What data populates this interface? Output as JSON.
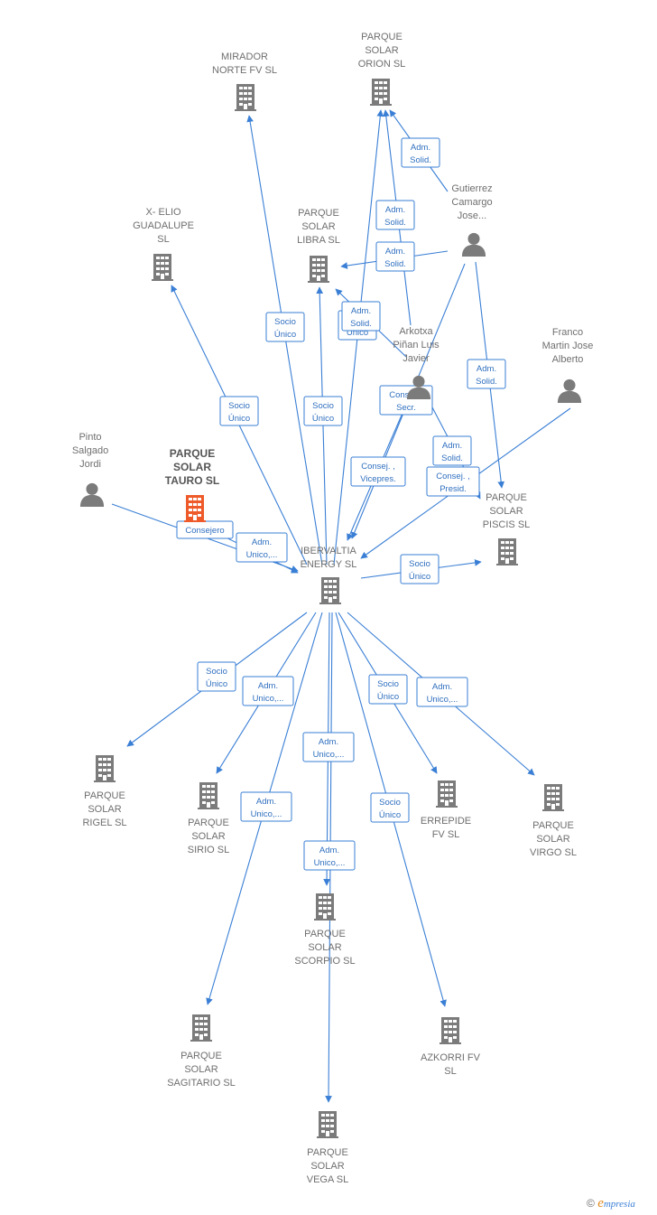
{
  "colors": {
    "edge": "#3a7fd5",
    "company": "#7b7b7b",
    "focus": "#ef5a2a",
    "person": "#7b7b7b",
    "label_text": "#6f6f6f"
  },
  "nodes": [
    {
      "id": "mirador",
      "type": "company",
      "lines": [
        "MIRADOR",
        "NORTE FV  SL"
      ]
    },
    {
      "id": "orion",
      "type": "company",
      "lines": [
        "PARQUE",
        "SOLAR",
        "ORION  SL"
      ]
    },
    {
      "id": "elio",
      "type": "company",
      "lines": [
        "X- ELIO",
        "GUADALUPE",
        "SL"
      ]
    },
    {
      "id": "libra",
      "type": "company",
      "lines": [
        "PARQUE",
        "SOLAR",
        "LIBRA  SL"
      ]
    },
    {
      "id": "gutierrez",
      "type": "person",
      "lines": [
        "Gutierrez",
        "Camargo",
        "Jose..."
      ]
    },
    {
      "id": "arkotxa",
      "type": "person",
      "lines": [
        "Arkotxa",
        "Piñan Luis",
        "Javier"
      ]
    },
    {
      "id": "franco",
      "type": "person",
      "lines": [
        "Franco",
        "Martin Jose",
        "Alberto"
      ]
    },
    {
      "id": "pinto",
      "type": "person",
      "lines": [
        "Pinto",
        "Salgado",
        "Jordi"
      ]
    },
    {
      "id": "tauro",
      "type": "focus",
      "lines": [
        "PARQUE",
        "SOLAR",
        "TAURO  SL"
      ]
    },
    {
      "id": "ibervaltia",
      "type": "company",
      "lines": [
        "IBERVALTIA",
        "ENERGY  SL"
      ]
    },
    {
      "id": "piscis",
      "type": "company",
      "lines": [
        "PARQUE",
        "SOLAR",
        "PISCIS  SL"
      ]
    },
    {
      "id": "rigel",
      "type": "company",
      "lines": [
        "PARQUE",
        "SOLAR",
        "RIGEL  SL"
      ]
    },
    {
      "id": "sirio",
      "type": "company",
      "lines": [
        "PARQUE",
        "SOLAR",
        "SIRIO  SL"
      ]
    },
    {
      "id": "errepide",
      "type": "company",
      "lines": [
        "ERREPIDE",
        "FV  SL"
      ]
    },
    {
      "id": "virgo",
      "type": "company",
      "lines": [
        "PARQUE",
        "SOLAR",
        "VIRGO  SL"
      ]
    },
    {
      "id": "scorpio",
      "type": "company",
      "lines": [
        "PARQUE",
        "SOLAR",
        "SCORPIO  SL"
      ]
    },
    {
      "id": "sagitario",
      "type": "company",
      "lines": [
        "PARQUE",
        "SOLAR",
        "SAGITARIO  SL"
      ]
    },
    {
      "id": "azkorri",
      "type": "company",
      "lines": [
        "AZKORRI FV",
        "SL"
      ]
    },
    {
      "id": "vega",
      "type": "company",
      "lines": [
        "PARQUE",
        "SOLAR",
        "VEGA  SL"
      ]
    }
  ],
  "edge_labels": [
    {
      "id": "l-orion-gut",
      "lines": [
        "Adm.",
        "Solid."
      ]
    },
    {
      "id": "l-orion-ark",
      "lines": [
        "Adm.",
        "Solid."
      ]
    },
    {
      "id": "l-libra-gut",
      "lines": [
        "Adm.",
        "Solid."
      ]
    },
    {
      "id": "l-libra-ib",
      "lines": [
        "Socio",
        "Único"
      ]
    },
    {
      "id": "l-libra-ark",
      "lines": [
        "Adm.",
        "Solid."
      ]
    },
    {
      "id": "l-mirador-ib",
      "lines": [
        "Socio",
        "Único"
      ]
    },
    {
      "id": "l-elio-ib",
      "lines": [
        "Socio",
        "Único"
      ]
    },
    {
      "id": "l-libra-ib2",
      "lines": [
        "Socio",
        "Único"
      ]
    },
    {
      "id": "l-piscis-gut",
      "lines": [
        "Adm.",
        "Solid."
      ]
    },
    {
      "id": "l-ark-ib1",
      "lines": [
        "Consej. ,",
        "Secr."
      ]
    },
    {
      "id": "l-ark-piscis",
      "lines": [
        "Adm.",
        "Solid."
      ]
    },
    {
      "id": "l-ark-ib2",
      "lines": [
        "Consej. ,",
        "Vicepres."
      ]
    },
    {
      "id": "l-franco-ib",
      "lines": [
        "Consej. ,",
        "Presid."
      ]
    },
    {
      "id": "l-pinto-ib",
      "lines": [
        "Consejero"
      ]
    },
    {
      "id": "l-tauro-ib",
      "lines": [
        "Adm.",
        "Unico,..."
      ]
    },
    {
      "id": "l-ib-piscis",
      "lines": [
        "Socio",
        "Único"
      ]
    },
    {
      "id": "l-ib-rigel",
      "lines": [
        "Socio",
        "Único"
      ]
    },
    {
      "id": "l-ib-sirio",
      "lines": [
        "Adm.",
        "Unico,..."
      ]
    },
    {
      "id": "l-ib-errepide",
      "lines": [
        "Socio",
        "Único"
      ]
    },
    {
      "id": "l-ib-virgo",
      "lines": [
        "Adm.",
        "Unico,..."
      ]
    },
    {
      "id": "l-ib-scorpio",
      "lines": [
        "Adm.",
        "Unico,..."
      ]
    },
    {
      "id": "l-ib-sagitario",
      "lines": [
        "Adm.",
        "Unico,..."
      ]
    },
    {
      "id": "l-ib-azkorri",
      "lines": [
        "Socio",
        "Único"
      ]
    },
    {
      "id": "l-ib-vega",
      "lines": [
        "Adm.",
        "Unico,..."
      ]
    }
  ],
  "brand": {
    "copyright": "©",
    "first_letter": "e",
    "rest": "mpresia"
  }
}
